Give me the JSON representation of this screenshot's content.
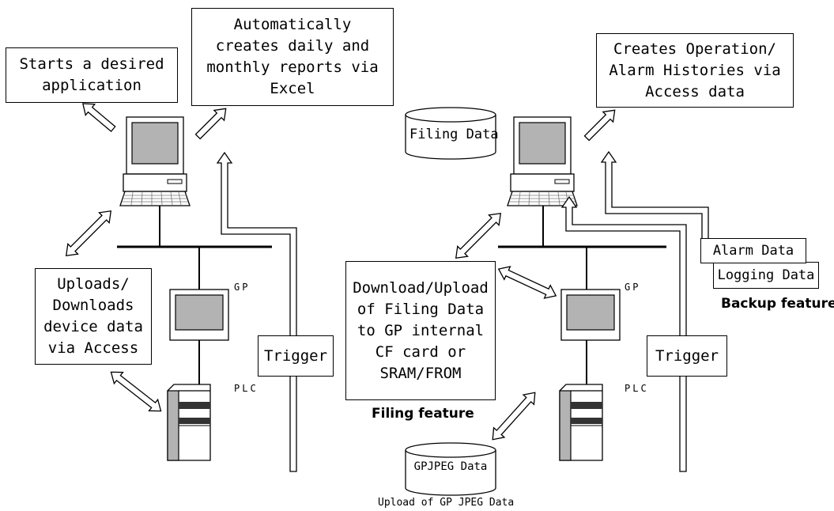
{
  "left": {
    "box_application": "Starts a desired\napplication",
    "box_excel": "Automatically\ncreates daily and\nmonthly reports via\nExcel",
    "box_access": "Uploads/\nDownloads\ndevice data\nvia Access",
    "trigger": "Trigger",
    "gp_tag": "GP",
    "plc_tag": "PLC"
  },
  "right": {
    "box_histories": "Creates Operation/\nAlarm Histories via\nAccess data",
    "filing_data": "Filing Data",
    "box_filing": "Download/Upload\nof Filing Data\nto GP internal\nCF card or\nSRAM/FROM",
    "filing_feature": "Filing feature",
    "alarm_data": "Alarm Data",
    "logging_data": "Logging Data",
    "backup_feature": "Backup feature",
    "trigger": "Trigger",
    "gp_tag": "GP",
    "plc_tag": "PLC",
    "gpjpeg_data": "GPJPEG Data",
    "upload_caption": "Upload of GP JPEG Data"
  }
}
